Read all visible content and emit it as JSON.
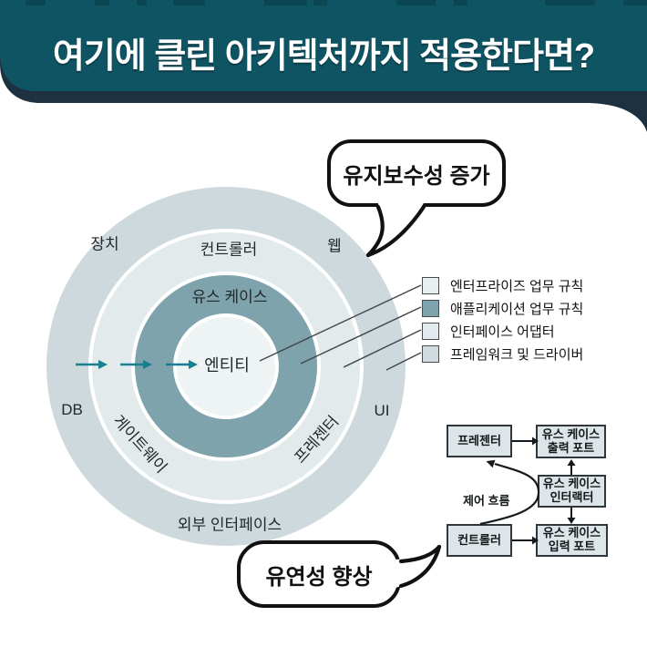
{
  "header": {
    "title": "여기에 클린 아키텍처까지 적용한다면?",
    "bg_color": "#0f5463",
    "shadow_color": "#1d3140",
    "text_color": "#ffffff"
  },
  "callouts": {
    "maintainability": "유지보수성 증가",
    "flexibility": "유연성 향상"
  },
  "onion": {
    "rings": [
      {
        "name": "frameworks-and-drivers",
        "color": "#cdd9dc"
      },
      {
        "name": "interface-adapters",
        "color": "#e2eaec"
      },
      {
        "name": "application-business-rules",
        "color": "#7fa3ac"
      },
      {
        "name": "enterprise-business-rules",
        "color": "#eef3f4"
      }
    ],
    "labels": {
      "device": "장치",
      "web": "웹",
      "controller": "컨트롤러",
      "use_case": "유스 케이스",
      "entity": "엔티티",
      "db": "DB",
      "ui": "UI",
      "gateway": "게이트웨이",
      "presenter": "프레젠터",
      "external_interface": "외부 인터페이스"
    },
    "arrow_color": "#17808f"
  },
  "legend": {
    "items": [
      {
        "label": "엔터프라이즈 업무 규칙",
        "color": "#e9eff1"
      },
      {
        "label": "애플리케이션 업무 규칙",
        "color": "#7fa3ac"
      },
      {
        "label": "인터페이스 어댑터",
        "color": "#e4ebee"
      },
      {
        "label": "프레임워크 및 드라이버",
        "color": "#cfdbde"
      }
    ]
  },
  "flow": {
    "boxes": {
      "presenter": {
        "label": "프레젠터"
      },
      "output_port": {
        "line1": "유스 케이스",
        "line2": "출력 포트"
      },
      "interactor": {
        "line1": "유스 케이스",
        "line2": "인터랙터"
      },
      "controller": {
        "label": "컨트롤러"
      },
      "input_port": {
        "line1": "유스 케이스",
        "line2": "입력 포트"
      }
    },
    "control_flow_label": "제어 흐름",
    "box_fill": "#dde5e9"
  }
}
